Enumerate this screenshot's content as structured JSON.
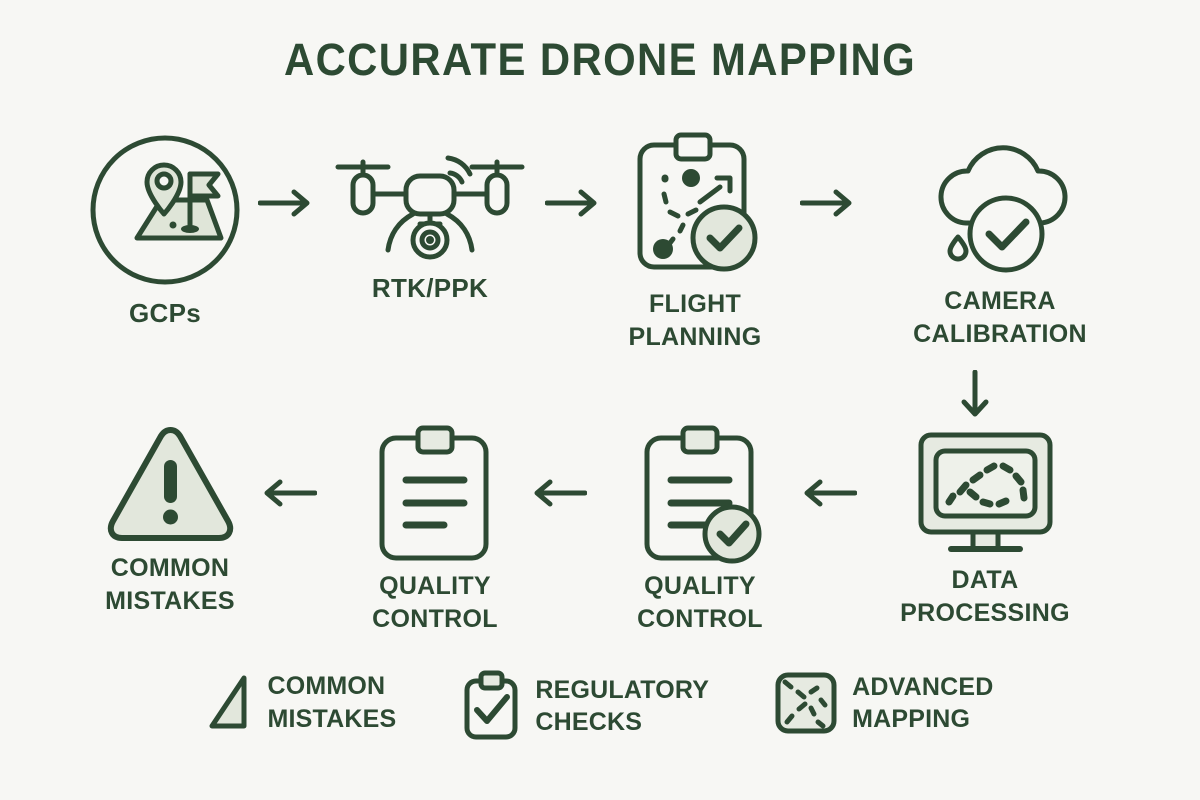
{
  "page": {
    "title": "ACCURATE DRONE MAPPING",
    "background_color": "#f7f7f4",
    "stroke_color": "#2d4a33",
    "fill_color": "#e2e7dc"
  },
  "flow": {
    "row1": [
      {
        "id": "gcps",
        "label": "GCPs",
        "icon": "map-pin-flag-circle-icon"
      },
      {
        "id": "rtk-ppk",
        "label": "RTK/PPK",
        "icon": "drone-quadcopter-icon"
      },
      {
        "id": "flight-planning",
        "label": "FLIGHT\nPLANNING",
        "icon": "clipboard-flight-path-check-icon"
      },
      {
        "id": "camera-calibration",
        "label": "CAMERA\nCALIBRATION",
        "icon": "cloud-raindrop-check-icon"
      }
    ],
    "row2": [
      {
        "id": "data-processing",
        "label": "DATA\nPROCESSING",
        "icon": "monitor-mapping-icon"
      },
      {
        "id": "quality-control-2",
        "label": "QUALITY\nCONTROL",
        "icon": "clipboard-lines-check-icon"
      },
      {
        "id": "quality-control-1",
        "label": "QUALITY\nCONTROL",
        "icon": "clipboard-lines-icon"
      },
      {
        "id": "common-mistakes",
        "label": "COMMON\nMISTAKES",
        "icon": "warning-triangle-icon"
      }
    ],
    "arrows": [
      {
        "id": "arrow-gcps-to-rtk",
        "direction": "right"
      },
      {
        "id": "arrow-rtk-to-flight",
        "direction": "right"
      },
      {
        "id": "arrow-flight-to-camera",
        "direction": "right"
      },
      {
        "id": "arrow-camera-to-data",
        "direction": "down"
      },
      {
        "id": "arrow-data-to-qc2",
        "direction": "left"
      },
      {
        "id": "arrow-qc2-to-qc1",
        "direction": "left"
      },
      {
        "id": "arrow-qc1-to-mistakes",
        "direction": "left"
      }
    ]
  },
  "legend": [
    {
      "id": "legend-common-mistakes",
      "label": "COMMON\nMISTAKES",
      "icon": "triangle-corner-icon"
    },
    {
      "id": "legend-regulatory-checks",
      "label": "REGULATORY\nCHECKS",
      "icon": "clipboard-check-icon"
    },
    {
      "id": "legend-advanced-mapping",
      "label": "ADVANCED\nMAPPING",
      "icon": "dashed-map-square-icon"
    }
  ]
}
